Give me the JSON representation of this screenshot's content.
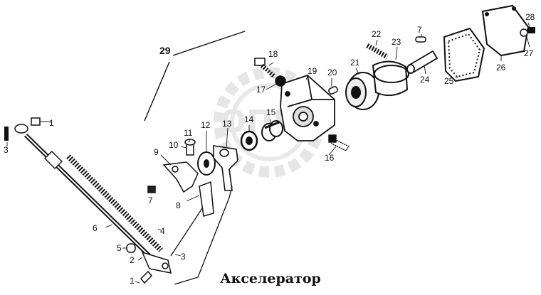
{
  "title": "Акселератор",
  "callouts": {
    "c1a": "1",
    "c1b": "1",
    "c2": "2",
    "c3a": "3",
    "c3b": "3",
    "c4": "4",
    "c5": "5",
    "c6": "6",
    "c7a": "7",
    "c7b": "7",
    "c8": "8",
    "c9": "9",
    "c10": "10",
    "c11": "11",
    "c12": "12",
    "c13": "13",
    "c14": "14",
    "c15": "15",
    "c16": "16",
    "c17": "17",
    "c18": "18",
    "c19": "19",
    "c20": "20",
    "c21": "21",
    "c22": "22",
    "c23": "23",
    "c24": "24",
    "c25": "25",
    "c26": "26",
    "c27": "27",
    "c28": "28",
    "c29": "29"
  },
  "watermark": "ОПЕХ"
}
